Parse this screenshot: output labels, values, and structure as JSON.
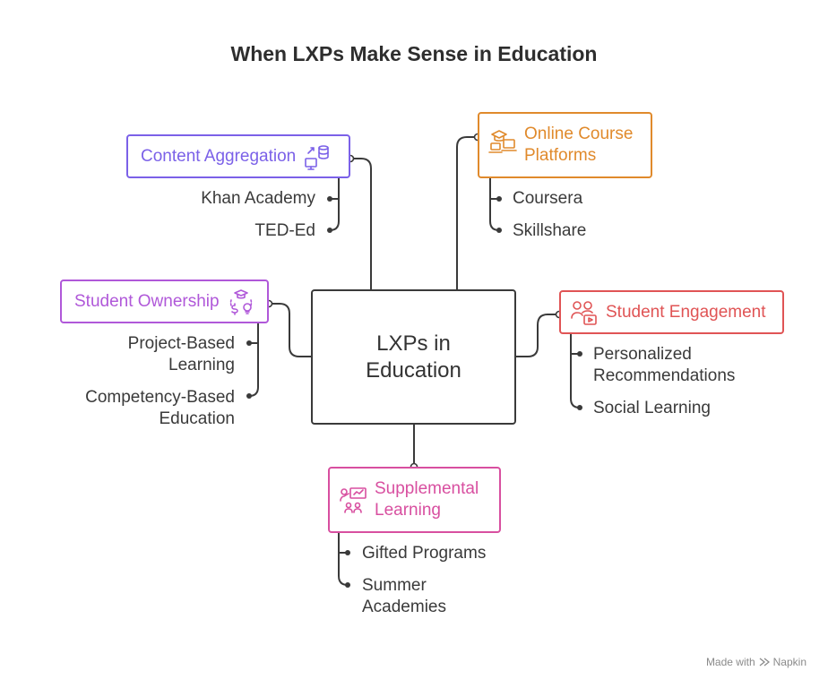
{
  "title": "When LXPs Make Sense in Education",
  "center": {
    "line1": "LXPs in",
    "line2": "Education"
  },
  "colors": {
    "content_aggregation": "#7b61e8",
    "online_course": "#e08a2c",
    "student_ownership": "#b058d9",
    "student_engagement": "#e05455",
    "supplemental": "#d84fa0",
    "line": "#3a3a3a"
  },
  "nodes": {
    "content_aggregation": {
      "label": "Content Aggregation",
      "icon": "database-transfer-icon",
      "items": [
        "Khan Academy",
        "TED-Ed"
      ]
    },
    "online_course": {
      "label_line1": "Online Course",
      "label_line2": "Platforms",
      "icon": "online-graduation-icon",
      "items": [
        "Coursera",
        "Skillshare"
      ]
    },
    "student_ownership": {
      "label": "Student Ownership",
      "icon": "graduation-idea-icon",
      "items": [
        {
          "line1": "Project-Based",
          "line2": "Learning"
        },
        {
          "line1": "Competency-Based",
          "line2": "Education"
        }
      ]
    },
    "student_engagement": {
      "label": "Student Engagement",
      "icon": "users-video-icon",
      "items": [
        {
          "line1": "Personalized",
          "line2": "Recommendations"
        },
        {
          "line1": "Social Learning"
        }
      ]
    },
    "supplemental": {
      "label_line1": "Supplemental",
      "label_line2": "Learning",
      "icon": "teacher-group-icon",
      "items": [
        {
          "line1": "Gifted Programs"
        },
        {
          "line1": "Summer",
          "line2": "Academies"
        }
      ]
    }
  },
  "footer": {
    "made_with": "Made with",
    "brand": "Napkin"
  }
}
